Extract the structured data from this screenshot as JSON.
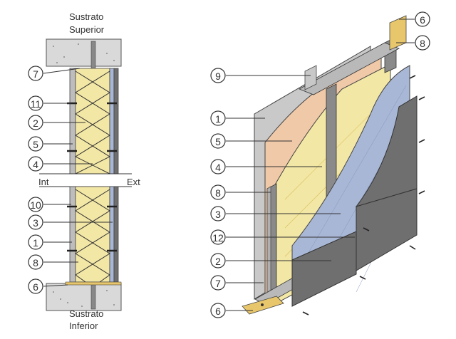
{
  "section": {
    "top_label_line1": "Sustrato",
    "top_label_line2": "Superior",
    "bottom_label_line1": "Sustrato",
    "bottom_label_line2": "Inferior",
    "int_label": "Int",
    "ext_label": "Ext",
    "callouts": [
      "7",
      "11",
      "2",
      "5",
      "4",
      "10",
      "3",
      "1",
      "8",
      "6"
    ]
  },
  "isometric": {
    "callouts": [
      "9",
      "1",
      "5",
      "4",
      "8",
      "3",
      "12",
      "2",
      "7",
      "6"
    ],
    "top_callouts": [
      "6",
      "8"
    ]
  },
  "colors": {
    "concrete": "#d9d9d9",
    "insulation": "#f3e7a6",
    "gypsum_board": "#c9c9c9",
    "membrane": "#f0c9a8",
    "mesh": "#a9b7d6",
    "cladding": "#6f6f6f",
    "stud": "#8a8a8a",
    "bracket": "#e8c66b"
  }
}
